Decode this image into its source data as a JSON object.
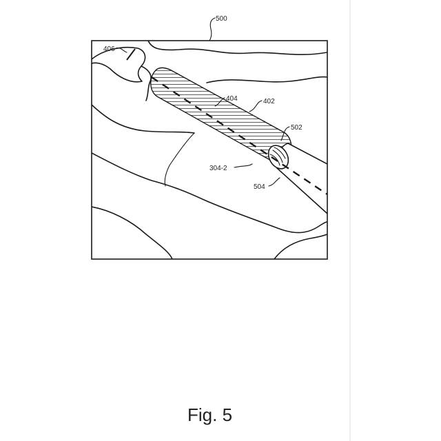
{
  "figure": {
    "caption": "Fig. 5",
    "labels": {
      "figure_ref": "500",
      "l406": "406",
      "l404": "404",
      "l402": "402",
      "l502": "502",
      "l304_2": "304-2",
      "l504": "504"
    }
  }
}
